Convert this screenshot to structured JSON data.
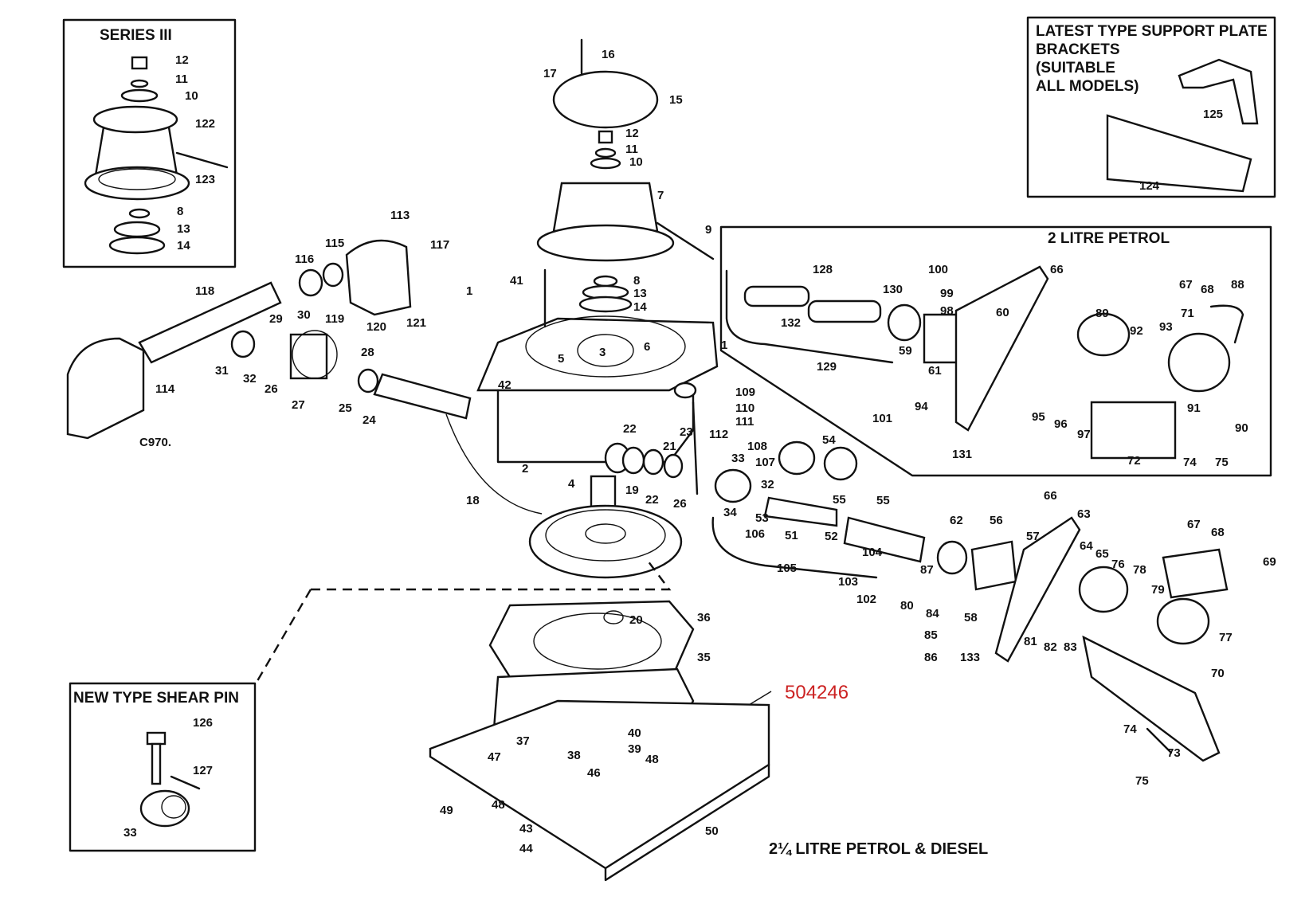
{
  "panels": {
    "series3": {
      "title": "SERIES III",
      "code": "C970."
    },
    "support_brackets": {
      "title_lines": [
        "LATEST TYPE SUPPORT PLATE",
        "BRACKETS",
        "(SUITABLE",
        "ALL MODELS)"
      ]
    },
    "two_litre": {
      "title": "2 LITRE PETROL"
    },
    "shear_pin": {
      "title": "NEW TYPE SHEAR PIN"
    }
  },
  "captions": {
    "bottom": "2¼ LITRE PETROL & DIESEL",
    "reference_number": "504246"
  },
  "labels": {
    "s3_12": "12",
    "s3_11": "11",
    "s3_10": "10",
    "s3_122": "122",
    "s3_123": "123",
    "s3_8": "8",
    "s3_13": "13",
    "s3_14": "14",
    "b125": "125",
    "b124": "124",
    "m16": "16",
    "m17": "17",
    "m15": "15",
    "m12": "12",
    "m11": "11",
    "m10": "10",
    "m7": "7",
    "m9": "9",
    "m8": "8",
    "m13": "13",
    "m14": "14",
    "m41": "41",
    "m1a": "1",
    "m1b": "1",
    "m3": "3",
    "m5": "5",
    "m6": "6",
    "m42": "42",
    "m2": "2",
    "m4": "4",
    "m19": "19",
    "m18": "18",
    "m109": "109",
    "m110": "110",
    "m111": "111",
    "m112": "112",
    "m22a": "22",
    "m21": "21",
    "m23": "23",
    "m22b": "22",
    "m26b": "26",
    "l113": "113",
    "l117": "117",
    "l115": "115",
    "l116": "116",
    "l118": "118",
    "l119": "119",
    "l120": "120",
    "l121": "121",
    "l114": "114",
    "l29": "29",
    "l30": "30",
    "l28": "28",
    "l31": "31",
    "l32": "32",
    "l26": "26",
    "l27": "27",
    "l25": "25",
    "l24": "24",
    "p128": "128",
    "p100": "100",
    "p130": "130",
    "p99": "99",
    "p98": "98",
    "p60": "60",
    "p66": "66",
    "p132": "132",
    "p59": "59",
    "p61": "61",
    "p129": "129",
    "p101": "101",
    "p94": "94",
    "p131": "131",
    "p89": "89",
    "p92": "92",
    "p93": "93",
    "p71": "71",
    "p67": "67",
    "p68": "68",
    "p88": "88",
    "p95": "95",
    "p96": "96",
    "p97": "97",
    "p91": "91",
    "p90": "90",
    "p72": "72",
    "p74": "74",
    "p75": "75",
    "d108": "108",
    "d107": "107",
    "d54": "54",
    "d33": "33",
    "d32": "32",
    "d55a": "55",
    "d34": "34",
    "d53": "53",
    "d51": "51",
    "d52": "52",
    "d106": "106",
    "d105": "105",
    "d55b": "55",
    "d62": "62",
    "d56": "56",
    "d57": "57",
    "d66": "66",
    "d63": "63",
    "d104": "104",
    "d64": "64",
    "d65": "65",
    "d103": "103",
    "d102": "102",
    "d87": "87",
    "d80": "80",
    "d76": "76",
    "d78": "78",
    "d79": "79",
    "d67": "67",
    "d68": "68",
    "d69": "69",
    "d84": "84",
    "d58": "58",
    "d85": "85",
    "d86": "86",
    "d133": "133",
    "d81": "81",
    "d82": "82",
    "d83": "83",
    "d77": "77",
    "d70": "70",
    "d74": "74",
    "d73": "73",
    "d75": "75",
    "g20": "20",
    "g36": "36",
    "g35": "35",
    "g40": "40",
    "g37": "37",
    "g38": "38",
    "g39": "39",
    "g47": "47",
    "g46": "46",
    "g48a": "48",
    "g49": "49",
    "g48b": "48",
    "g43": "43",
    "g44": "44",
    "g50": "50",
    "n126": "126",
    "n127": "127",
    "n33": "33"
  }
}
